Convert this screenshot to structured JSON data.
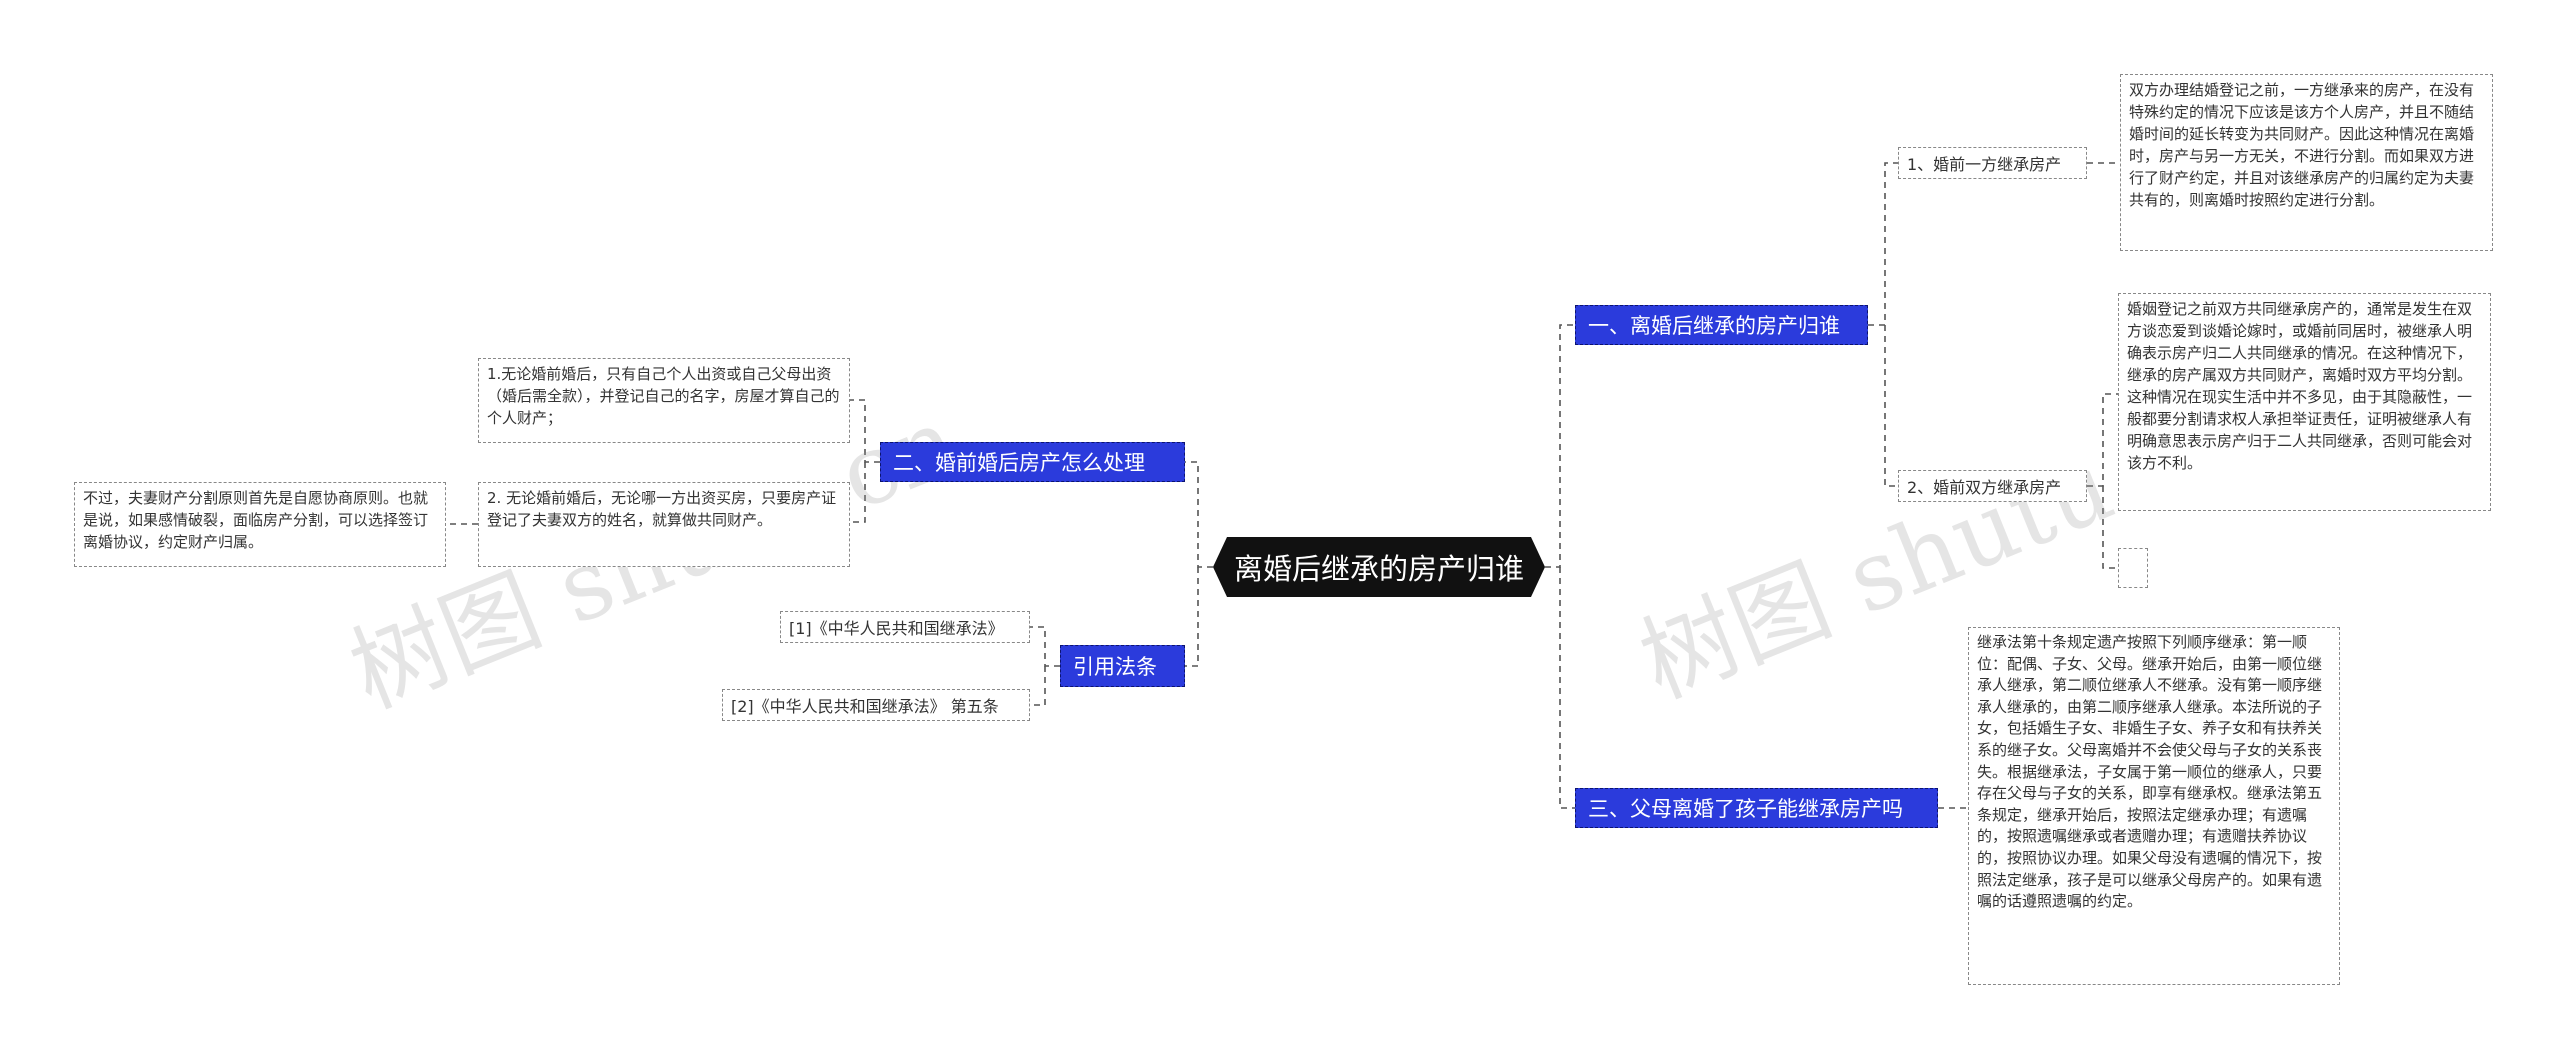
{
  "root": {
    "title": "离婚后继承的房产归谁"
  },
  "branches": {
    "b1": "一、离婚后继承的房产归谁",
    "b2": "二、婚前婚后房产怎么处理",
    "b3": "三、父母离婚了孩子能继承房产吗",
    "cite": "引用法条"
  },
  "subs": {
    "s1": "1、婚前一方继承房产",
    "s2": "2、婚前双方继承房产",
    "law1": "[1]《中华人民共和国继承法》",
    "law2": "[2]《中华人民共和国继承法》 第五条"
  },
  "leaves": {
    "s1_text": "双方办理结婚登记之前，一方继承来的房产，在没有特殊约定的情况下应该是该方个人房产，并且不随结婚时间的延长转变为共同财产。因此这种情况在离婚时，房产与另一方无关，不进行分割。而如果双方进行了财产约定，并且对该继承房产的归属约定为夫妻共有的，则离婚时按照约定进行分割。",
    "s2_text": "婚姻登记之前双方共同继承房产的，通常是发生在双方谈恋爱到谈婚论嫁时，或婚前同居时，被继承人明确表示房产归二人共同继承的情况。在这种情况下，继承的房产属双方共同财产，离婚时双方平均分割。这种情况在现实生活中并不多见，由于其隐蔽性，一般都要分割请求权人承担举证责任，证明被继承人有明确意思表示房产归于二人共同继承，否则可能会对该方不利。",
    "b3_text": "继承法第十条规定遗产按照下列顺序继承：第一顺位：配偶、子女、父母。继承开始后，由第一顺位继承人继承，第二顺位继承人不继承。没有第一顺序继承人继承的，由第二顺序继承人继承。本法所说的子女，包括婚生子女、非婚生子女、养子女和有扶养关系的继子女。父母离婚并不会使父母与子女的关系丧失。根据继承法，子女属于第一顺位的继承人，只要存在父母与子女的关系，即享有继承权。继承法第五条规定，继承开始后，按照法定继承办理；有遗嘱的，按照遗嘱继承或者遗赠办理；有遗赠扶养协议的，按照协议办理。如果父母没有遗嘱的情况下，按照法定继承，孩子是可以继承父母房产的。如果有遗嘱的话遵照遗嘱的约定。",
    "b2_item1": "1.无论婚前婚后，只有自己个人出资或自己父母出资（婚后需全款），并登记自己的名字，房屋才算自己的个人财产；",
    "b2_item2": "2. 无论婚前婚后，无论哪一方出资买房，只要房产证登记了夫妻双方的姓名，就算做共同财产。",
    "b2_item2_note": "不过，夫妻财产分割原则首先是自愿协商原则。也就是说，如果感情破裂，面临房产分割，可以选择签订离婚协议，约定财产归属。"
  },
  "watermark": {
    "text": "树图 shutu.cn"
  },
  "colors": {
    "branch": "#2b3bdc",
    "root": "#111111",
    "connector": "#555555"
  }
}
